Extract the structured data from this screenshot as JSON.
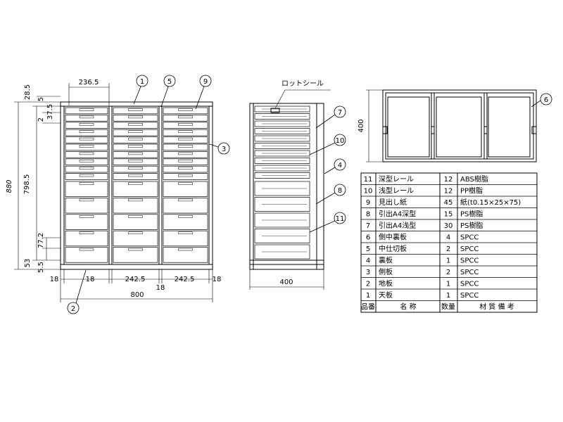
{
  "front_view": {
    "dims": {
      "top_margin": "28.5",
      "top_gap": "5",
      "side_thickness": "37.5",
      "small": "2",
      "total_height": "880",
      "inner_height": "798.5",
      "drawer_h": "77.2",
      "base_h": "53",
      "base_gap": "5.5",
      "width_top": "236.5",
      "side_w_left": "18",
      "side_w_2": "18",
      "col_w1": "242.5",
      "mid_gap": "18",
      "col_w2": "242.5",
      "side_w_right": "18",
      "total_width": "800"
    },
    "callouts": [
      "1",
      "5",
      "9",
      "3",
      "2"
    ]
  },
  "side_view": {
    "label": "ロットシール",
    "depth": "400",
    "callouts": [
      "7",
      "10",
      "4",
      "8",
      "11"
    ]
  },
  "top_view": {
    "depth": "400",
    "callouts": [
      "6"
    ]
  },
  "parts_table": {
    "header": [
      "品番",
      "名 称",
      "数量",
      "材 質 備 考"
    ],
    "rows": [
      {
        "no": "11",
        "name": "深型レール",
        "qty": "12",
        "material": "ABS樹脂"
      },
      {
        "no": "10",
        "name": "浅型レール",
        "qty": "12",
        "material": "PP樹脂"
      },
      {
        "no": "9",
        "name": "見出し紙",
        "qty": "45",
        "material": "紙(t0.15×25×75)"
      },
      {
        "no": "8",
        "name": "引出A4深型",
        "qty": "15",
        "material": "PS樹脂"
      },
      {
        "no": "7",
        "name": "引出A4浅型",
        "qty": "30",
        "material": "PS樹脂"
      },
      {
        "no": "6",
        "name": "側中裏板",
        "qty": "4",
        "material": "SPCC"
      },
      {
        "no": "5",
        "name": "中仕切板",
        "qty": "2",
        "material": "SPCC"
      },
      {
        "no": "4",
        "name": "裏板",
        "qty": "1",
        "material": "SPCC"
      },
      {
        "no": "3",
        "name": "側板",
        "qty": "2",
        "material": "SPCC"
      },
      {
        "no": "2",
        "name": "地板",
        "qty": "1",
        "material": "SPCC"
      },
      {
        "no": "1",
        "name": "天板",
        "qty": "1",
        "material": "SPCC"
      }
    ]
  }
}
